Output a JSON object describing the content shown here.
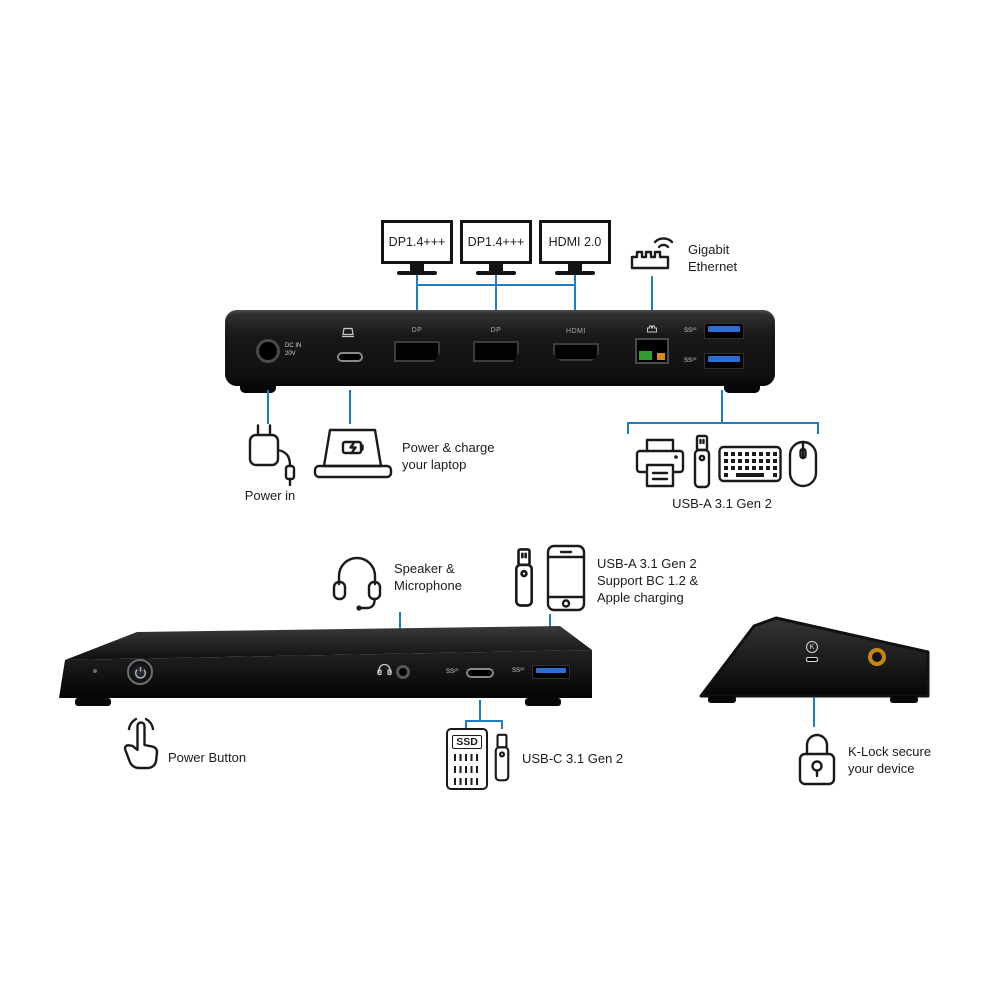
{
  "colors": {
    "accent": "#1d7dc4",
    "dock_black": "#141414",
    "usb_blue": "#2b6fd6",
    "ethernet_green": "#2f9e2f",
    "ethernet_amber": "#d98a1f",
    "klock_gold": "#c8860a"
  },
  "back_view": {
    "monitor_labels": [
      "DP1.4+++",
      "DP1.4+++",
      "HDMI 2.0"
    ],
    "gigabit_label": "Gigabit\nEthernet",
    "dc_in_mark": "DC IN\n20V",
    "dp_mark_1": "DP",
    "dp_mark_2": "DP",
    "hdmi_mark": "HDMI",
    "usb_mark_top": "SS¹⁰",
    "usb_mark_bottom": "SS¹⁰",
    "power_in_label": "Power in",
    "laptop_label": "Power & charge\nyour laptop",
    "usba_label": "USB-A 3.1 Gen 2"
  },
  "front_view": {
    "speaker_label": "Speaker &\nMicrophone",
    "usba_label": "USB-A 3.1 Gen 2\nSupport BC 1.2 &\nApple charging",
    "power_button_label": "Power Button",
    "usbc_mark": "SS¹⁰",
    "usba_mark": "SS¹⁰",
    "ssd_label": "SSD",
    "usbc_label": "USB-C 3.1 Gen 2"
  },
  "side_view": {
    "k_mark": "K",
    "klock_label": "K-Lock secure\nyour device"
  }
}
